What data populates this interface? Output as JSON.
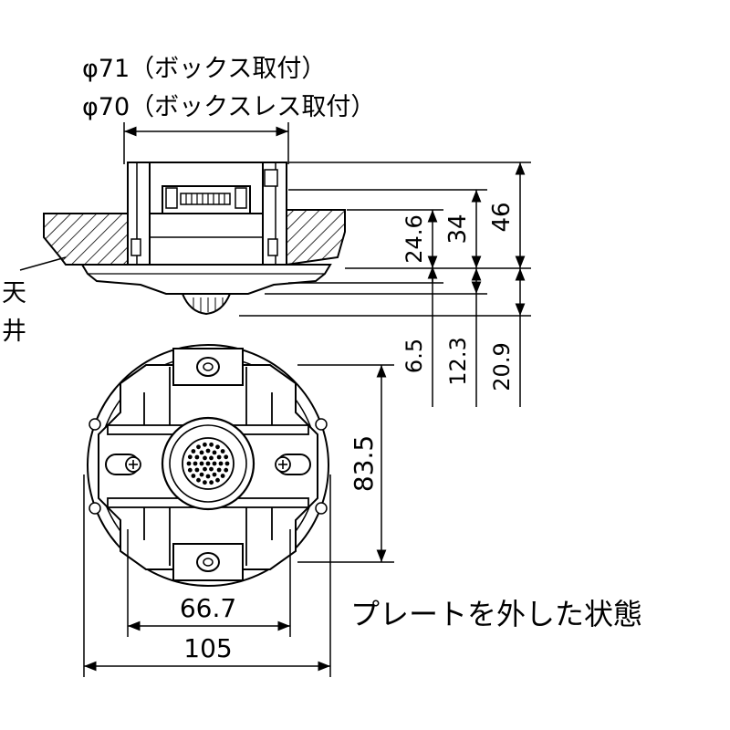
{
  "labels": {
    "box_mount": "φ71（ボックス取付）",
    "boxless_mount": "φ70（ボックスレス取付）",
    "ceiling": "天井",
    "plate_removed": "プレートを外した状態"
  },
  "dimensions": {
    "d_24_6": "24.6",
    "d_34": "34",
    "d_46": "46",
    "d_6_5": "6.5",
    "d_12_3": "12.3",
    "d_20_9": "20.9",
    "d_83_5": "83.5",
    "d_66_7": "66.7",
    "d_105": "105"
  }
}
